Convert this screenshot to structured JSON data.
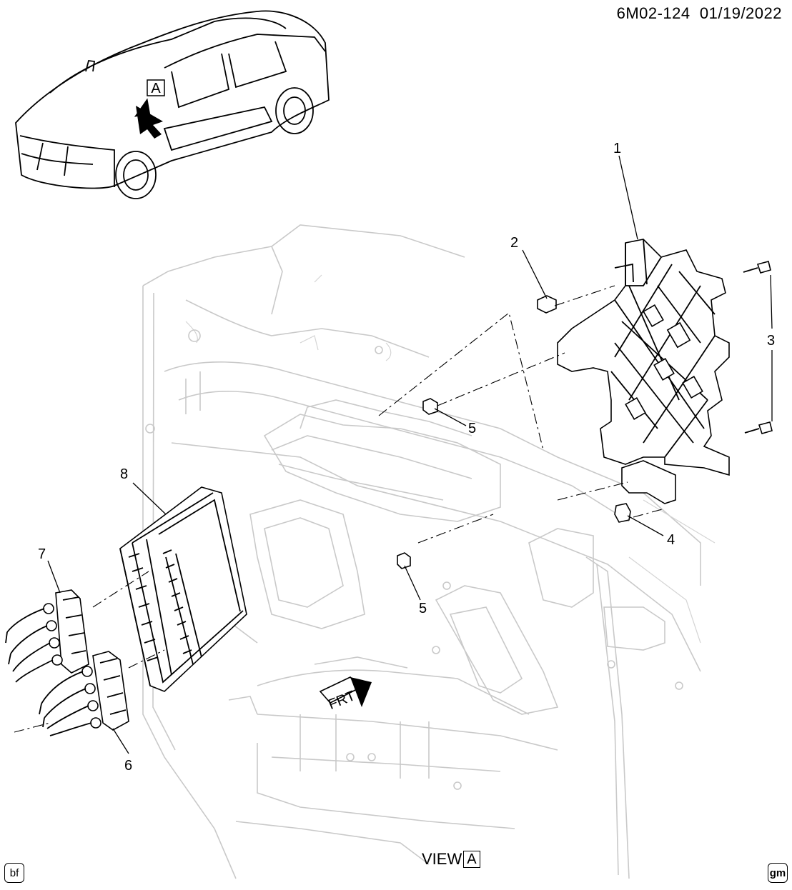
{
  "header": {
    "drawing_id": "6M02-124",
    "date": "01/19/2022"
  },
  "view": {
    "prefix": "VIEW",
    "letter": "A"
  },
  "vehicle_view_marker": "A",
  "direction_label": "FRT",
  "callouts": [
    {
      "id": "1",
      "label": "1"
    },
    {
      "id": "2",
      "label": "2"
    },
    {
      "id": "3",
      "label": "3"
    },
    {
      "id": "4",
      "label": "4"
    },
    {
      "id": "5a",
      "label": "5"
    },
    {
      "id": "5b",
      "label": "5"
    },
    {
      "id": "6",
      "label": "6"
    },
    {
      "id": "7",
      "label": "7"
    },
    {
      "id": "8",
      "label": "8"
    }
  ],
  "badges": {
    "left": "bf",
    "right": "gm"
  }
}
